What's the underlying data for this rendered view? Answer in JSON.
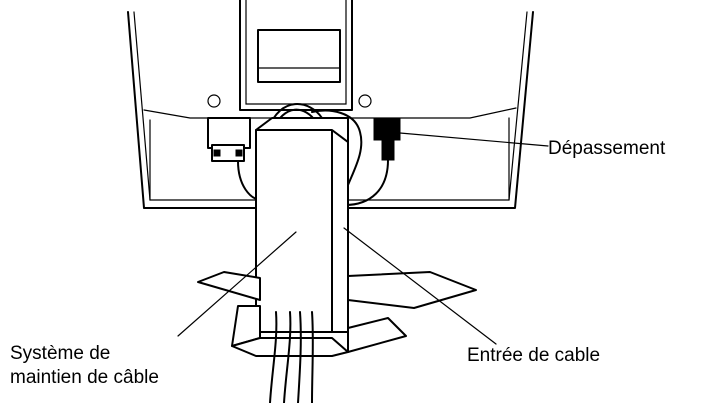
{
  "figure": {
    "callouts": {
      "overflow": "Dépassement",
      "holder_line1": "Système de",
      "holder_line2": "maintien de câble",
      "inlet": "Entrée de cable"
    }
  }
}
